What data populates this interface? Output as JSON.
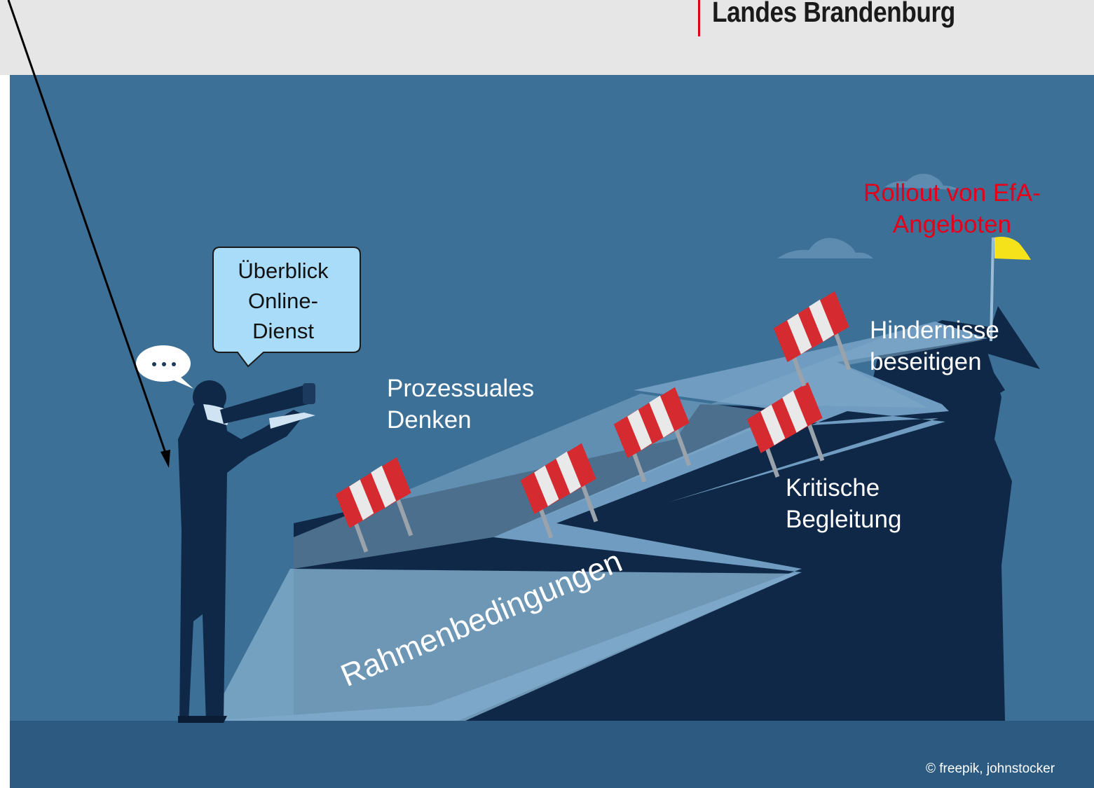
{
  "header": {
    "brand_title": "Landes Brandenburg"
  },
  "speech_bubble": {
    "text_lines": [
      "Überblick",
      "Online-",
      "Dienst"
    ]
  },
  "labels": {
    "prozessuales_denken": [
      "Prozessuales",
      "Denken"
    ],
    "hindernisse_beseitigen": [
      "Hindernisse",
      "beseitigen"
    ],
    "kritische_begleitung": [
      "Kritische",
      "Begleitung"
    ],
    "rahmenbedingungen": "Rahmenbedingungen",
    "goal": [
      "Rollout von EfA-",
      "Angeboten"
    ]
  },
  "credit": "© freepik, johnstocker",
  "colors": {
    "brand_accent": "#e3001b",
    "background": "#3d7096",
    "ground": "#2c5a80",
    "cliff": "#0f2847",
    "path": "#6f9cc0",
    "barrier_red": "#d42a30",
    "bubble_fill": "#a9dcf8",
    "goal_text": "#e3001b"
  },
  "icons": [
    "ellipsis-speech-icon",
    "flag-icon",
    "barrier-icon",
    "person-telescope-icon",
    "cloud-icon"
  ]
}
